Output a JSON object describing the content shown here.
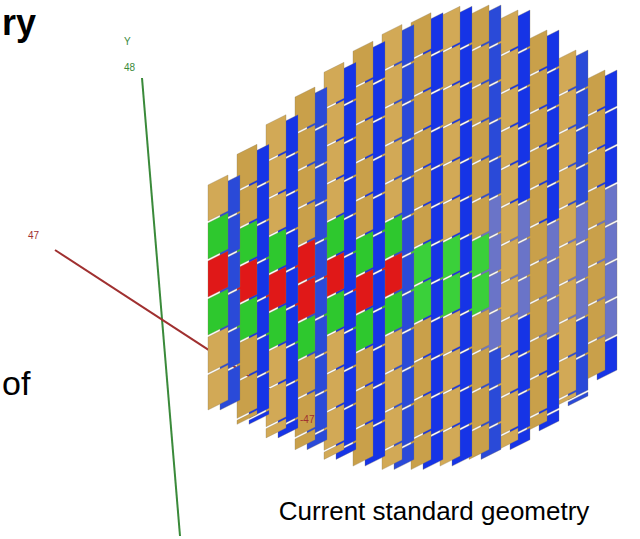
{
  "diagram": {
    "caption": "Current standard geometry",
    "labels": [
      "ry",
      "of",
      "Y",
      "48",
      "47",
      "-47"
    ]
  }
}
